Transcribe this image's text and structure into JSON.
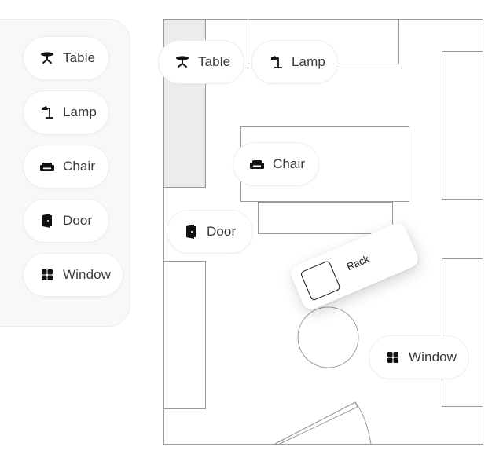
{
  "palette": {
    "items": [
      {
        "label": "Table",
        "icon": "table-icon"
      },
      {
        "label": "Lamp",
        "icon": "lamp-icon"
      },
      {
        "label": "Chair",
        "icon": "sofa-icon"
      },
      {
        "label": "Door",
        "icon": "door-icon"
      },
      {
        "label": "Window",
        "icon": "window-icon"
      }
    ]
  },
  "placed": {
    "table": {
      "label": "Table",
      "icon": "table-icon"
    },
    "lamp": {
      "label": "Lamp",
      "icon": "lamp-icon"
    },
    "chair": {
      "label": "Chair",
      "icon": "sofa-icon"
    },
    "door": {
      "label": "Door",
      "icon": "door-icon"
    },
    "window": {
      "label": "Window",
      "icon": "window-icon"
    },
    "rack": {
      "label": "Rack"
    }
  },
  "colors": {
    "wall_line": "#9a9a9a",
    "shaded_strip": "#ececec",
    "chip_text": "#3a3a3a",
    "icon": "#111111"
  }
}
